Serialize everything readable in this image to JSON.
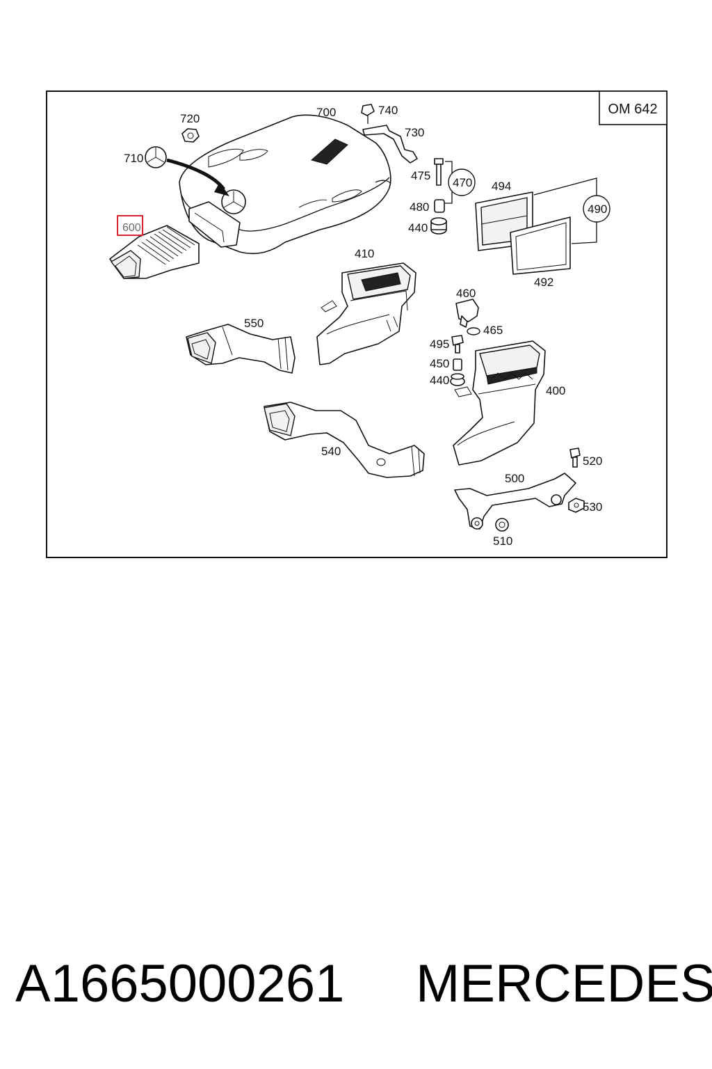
{
  "diagram": {
    "engine_code": "OM 642",
    "highlighted_part": "600",
    "colors": {
      "highlight": "#d9232d",
      "ink": "#111111"
    },
    "callouts": {
      "p700": "700",
      "p720": "720",
      "p710": "710",
      "p740": "740",
      "p730": "730",
      "p475": "475",
      "p470": "470",
      "p494": "494",
      "p490": "490",
      "p480": "480",
      "p440a": "440",
      "p492": "492",
      "p600": "600",
      "p410": "410",
      "p550": "550",
      "p460": "460",
      "p465": "465",
      "p495": "495",
      "p450": "450",
      "p440b": "440",
      "p400": "400",
      "p540": "540",
      "p520": "520",
      "p500": "500",
      "p530": "530",
      "p510": "510"
    }
  },
  "caption": {
    "part_number": "A1665000261",
    "brand": "MERCEDES"
  }
}
